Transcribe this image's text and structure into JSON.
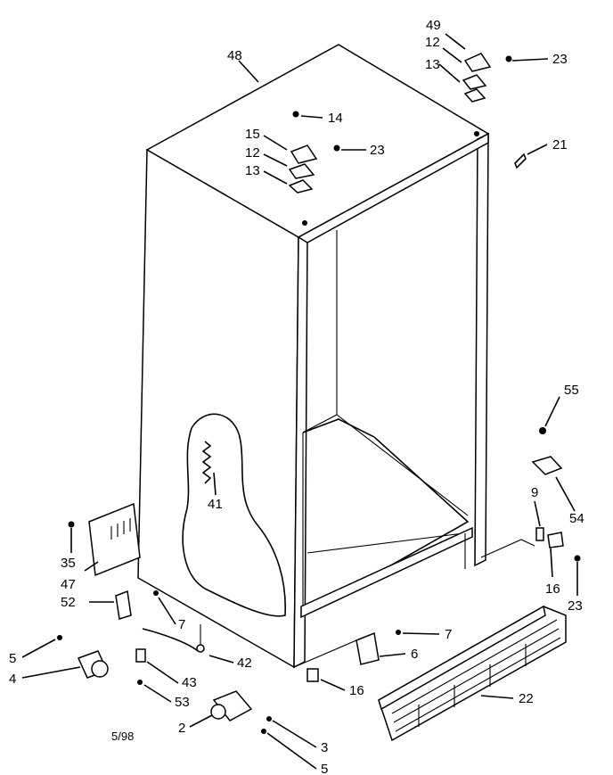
{
  "labels": {
    "p48": "48",
    "p49": "49",
    "p12a": "12",
    "p13a": "13",
    "p23a": "23",
    "p14": "14",
    "p15": "15",
    "p12b": "12",
    "p13b": "13",
    "p23b": "23",
    "p21": "21",
    "p55": "55",
    "p41": "41",
    "p54": "54",
    "p9": "9",
    "p35": "35",
    "p47": "47",
    "p52": "52",
    "p7a": "7",
    "p16a": "16",
    "p23c": "23",
    "p5a": "5",
    "p4": "4",
    "p42": "42",
    "p43": "43",
    "p7b": "7",
    "p6": "6",
    "p53": "53",
    "p16b": "16",
    "p22": "22",
    "p2": "2",
    "p3": "3",
    "p5b": "5"
  },
  "date_code": "5/98"
}
